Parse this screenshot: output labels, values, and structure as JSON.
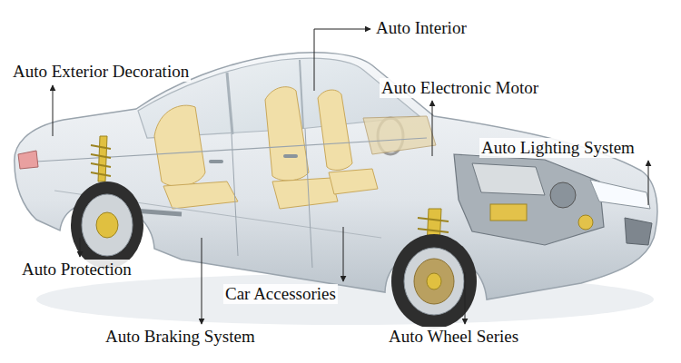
{
  "diagram": {
    "labels": [
      "Auto Interior",
      "Auto Exterior Decoration",
      "Auto Electronic Motor",
      "Auto Lighting System",
      "Auto Protection",
      "Car Accessories",
      "Auto Braking System",
      "Auto Wheel Series"
    ]
  }
}
